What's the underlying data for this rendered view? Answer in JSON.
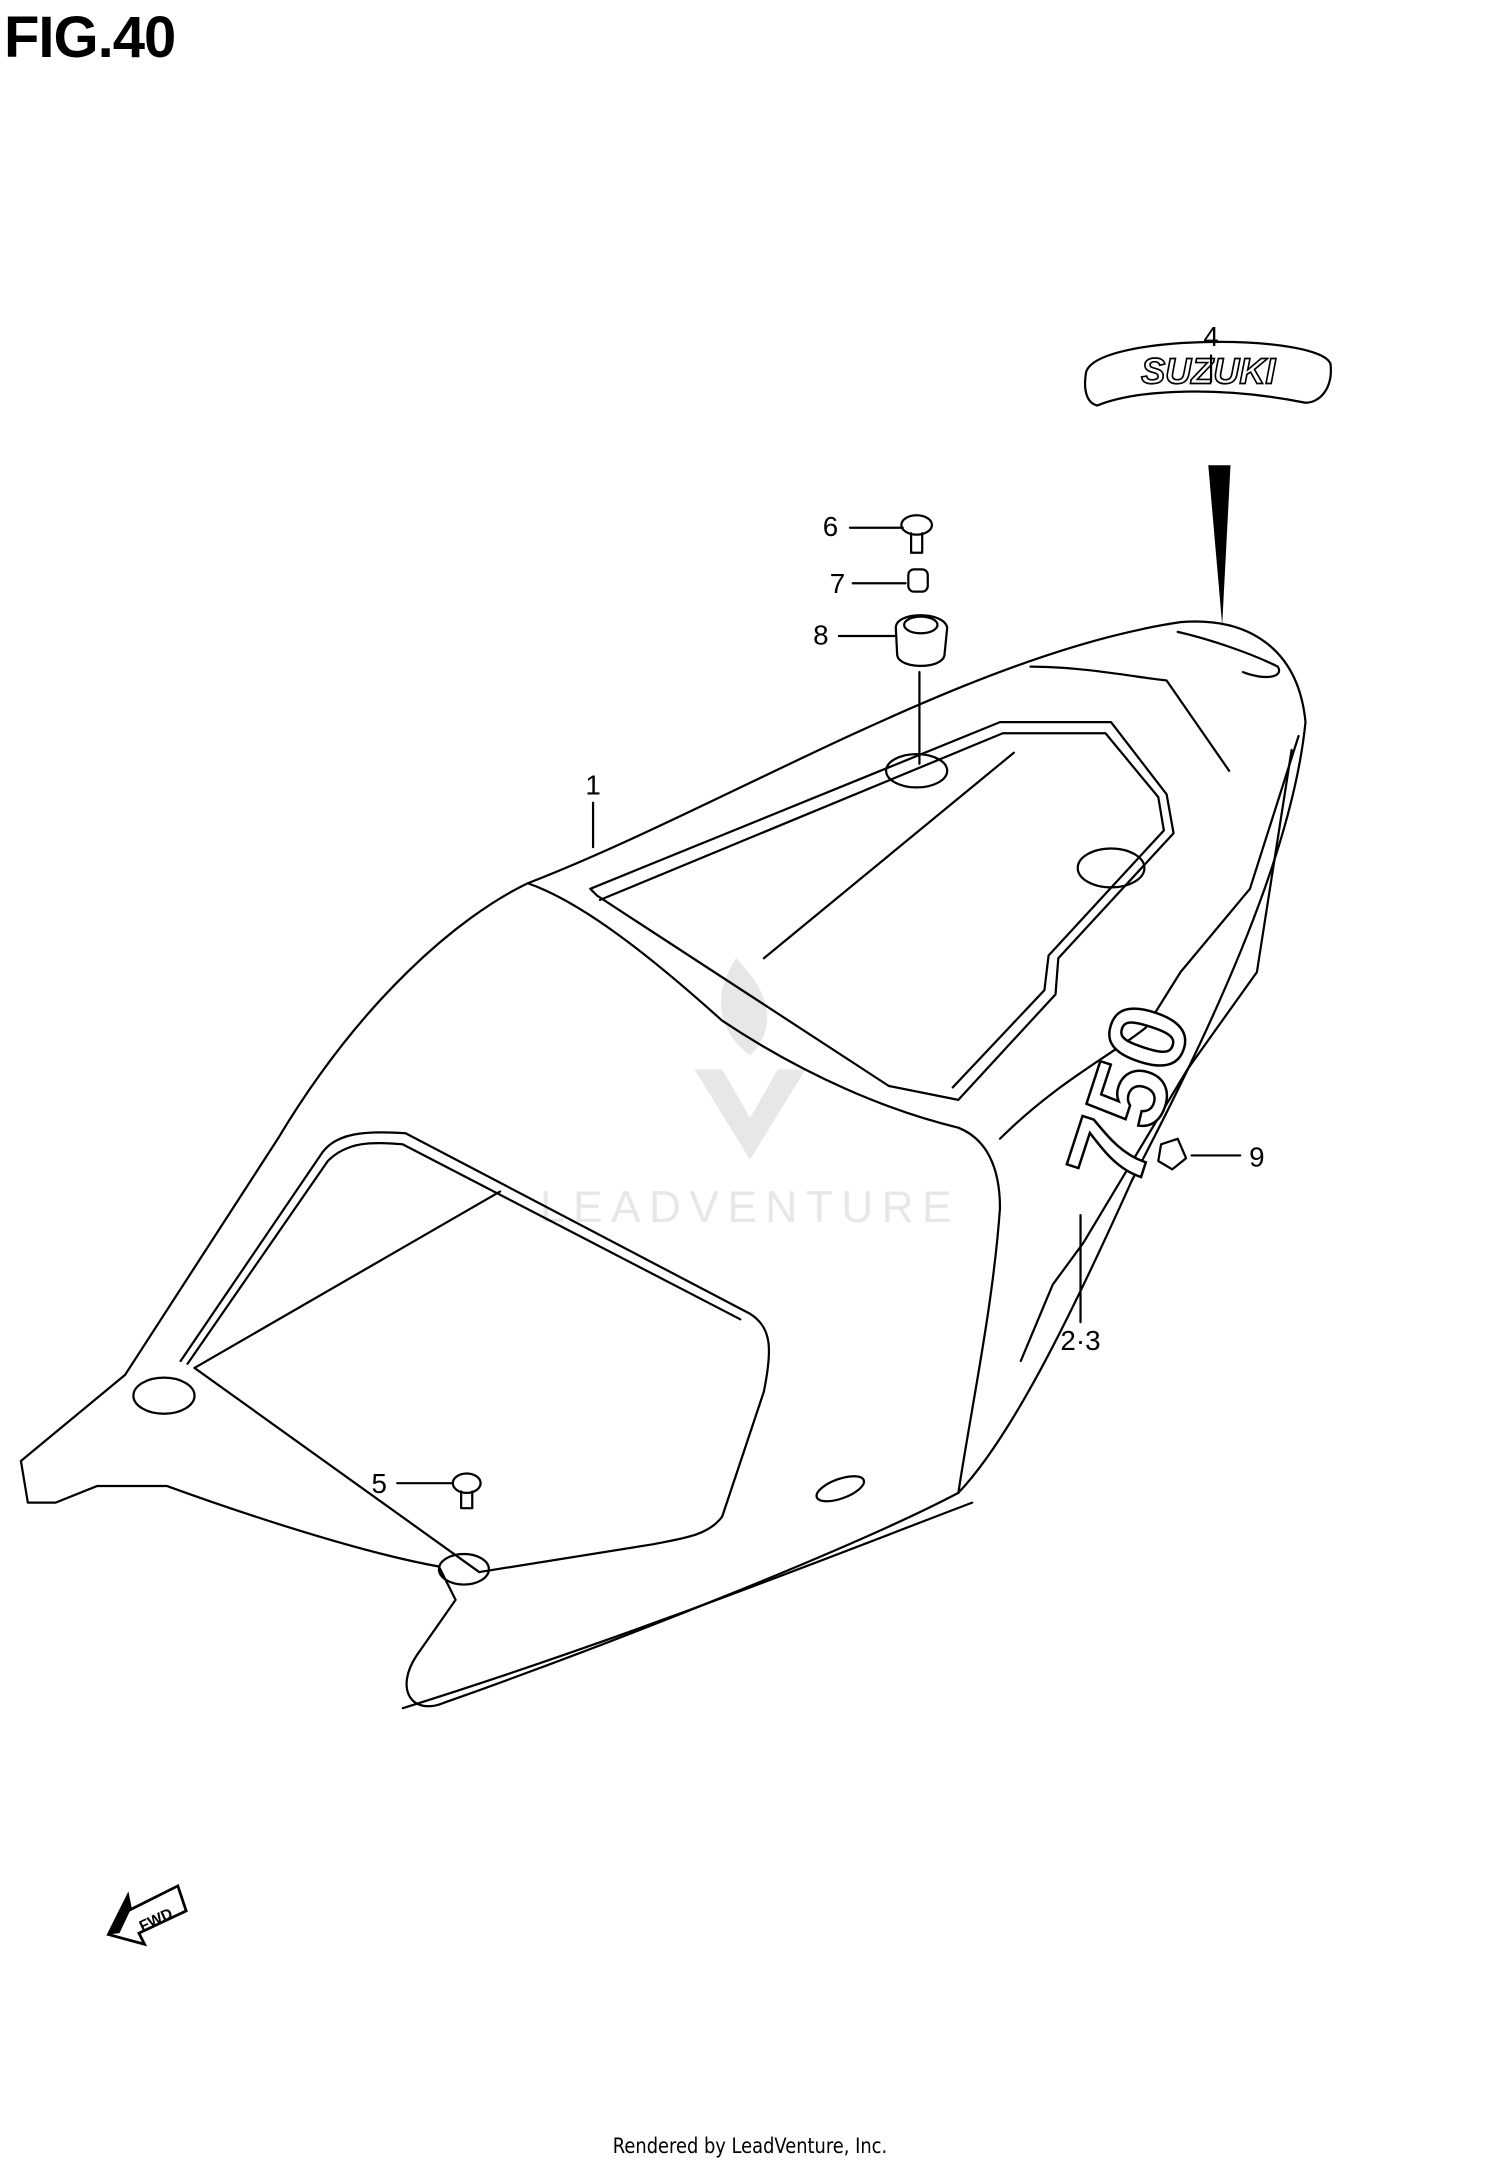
{
  "figure": {
    "title": "FIG.40"
  },
  "callouts": [
    {
      "id": "1",
      "label": "1"
    },
    {
      "id": "2-3",
      "label": "2·3"
    },
    {
      "id": "4",
      "label": "4"
    },
    {
      "id": "5",
      "label": "5"
    },
    {
      "id": "6",
      "label": "6"
    },
    {
      "id": "7",
      "label": "7"
    },
    {
      "id": "8",
      "label": "8"
    },
    {
      "id": "9",
      "label": "9"
    }
  ],
  "emblem": {
    "text": "SUZUKI"
  },
  "side_decal": {
    "text": "750"
  },
  "direction_arrow": {
    "text": "FWD"
  },
  "watermark": {
    "text": "LEADVENTURE"
  },
  "footer": {
    "text": "Rendered by LeadVenture, Inc."
  }
}
